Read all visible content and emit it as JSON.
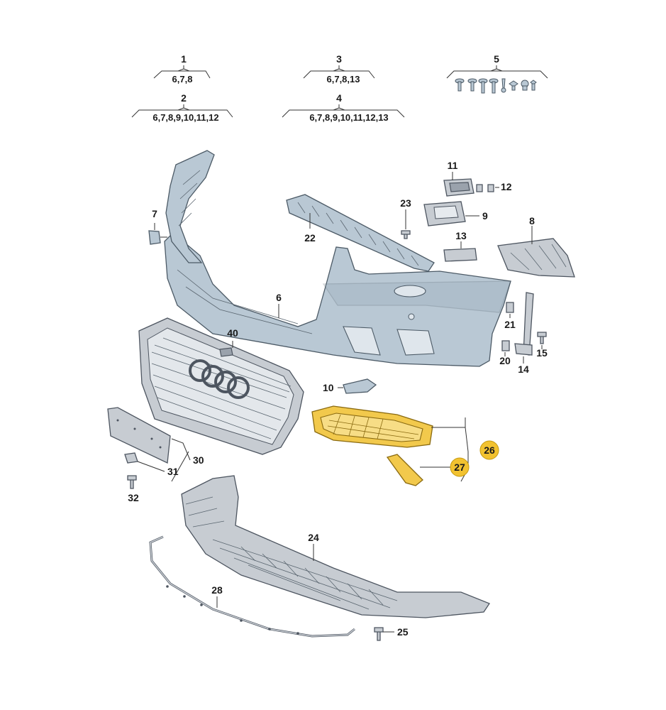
{
  "header_groups": [
    {
      "number": "1",
      "contents": "6,7,8"
    },
    {
      "number": "2",
      "contents": "6,7,8,9,10,11,12"
    },
    {
      "number": "3",
      "contents": "6,7,8,13"
    },
    {
      "number": "4",
      "contents": "6,7,8,9,10,11,12,13"
    },
    {
      "number": "5",
      "contents": ""
    }
  ],
  "callouts": {
    "p6": "6",
    "p7": "7",
    "p8": "8",
    "p9": "9",
    "p10": "10",
    "p11": "11",
    "p12": "12",
    "p13": "13",
    "p14": "14",
    "p15": "15",
    "p20": "20",
    "p21": "21",
    "p22": "22",
    "p23": "23",
    "p24": "24",
    "p25": "25",
    "p26": "26",
    "p27": "27",
    "p28": "28",
    "p30": "30",
    "p31": "31",
    "p32": "32",
    "p40": "40"
  },
  "highlight_color": "#f2c94c",
  "badge_color": "#f2c230",
  "part_color": "#b9c8d4"
}
